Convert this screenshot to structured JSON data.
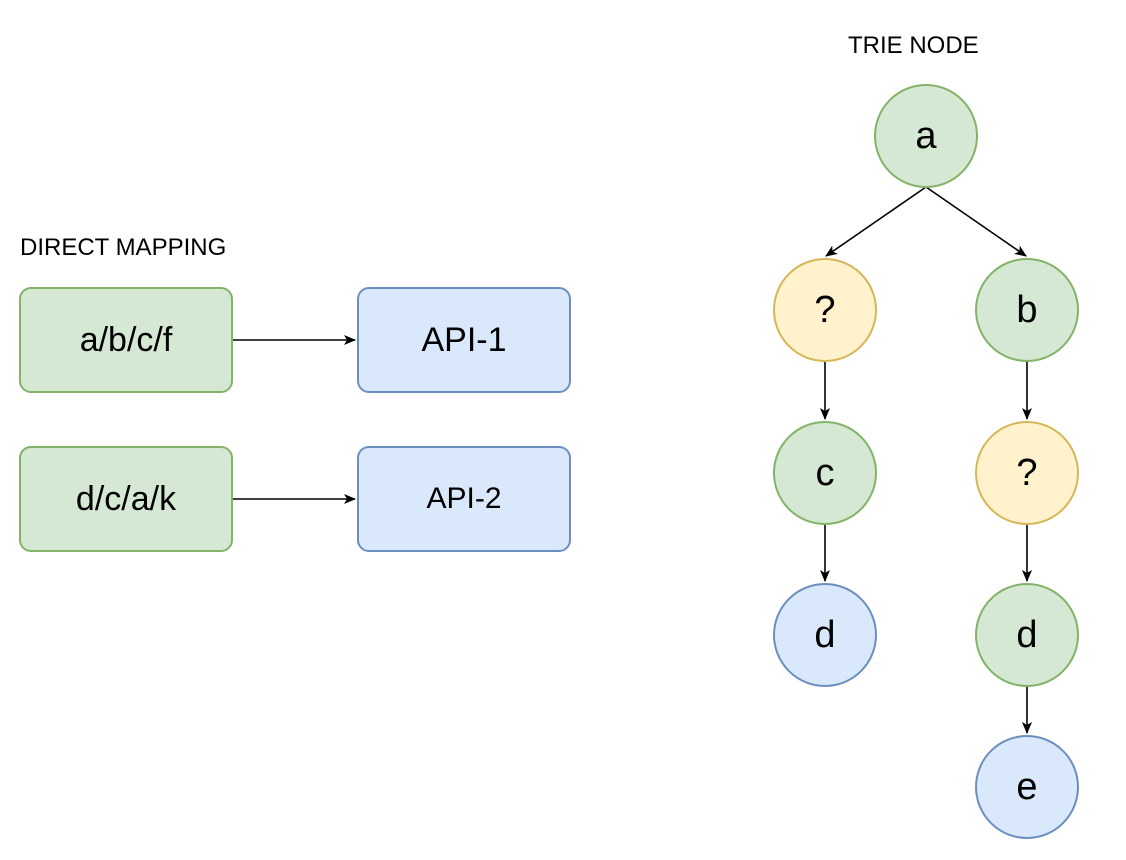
{
  "direct_mapping": {
    "title": "DIRECT MAPPING",
    "mappings": [
      {
        "path": "a/b/c/f",
        "api": "API-1"
      },
      {
        "path": "d/c/a/k",
        "api": "API-2"
      }
    ]
  },
  "trie": {
    "title": "TRIE NODE",
    "nodes": {
      "root": "a",
      "left_wildcard": "?",
      "right_child": "b",
      "left_child": "c",
      "right_wildcard": "?",
      "left_leaf": "d",
      "right_inner": "d",
      "right_leaf": "e"
    }
  },
  "colors": {
    "green_fill": "#d5e8d4",
    "green_stroke": "#82b366",
    "blue_fill": "#dae8fc",
    "blue_stroke": "#6c8ebf",
    "yellow_fill": "#fff2cc",
    "yellow_stroke": "#d6b656",
    "arrow": "#000000"
  }
}
